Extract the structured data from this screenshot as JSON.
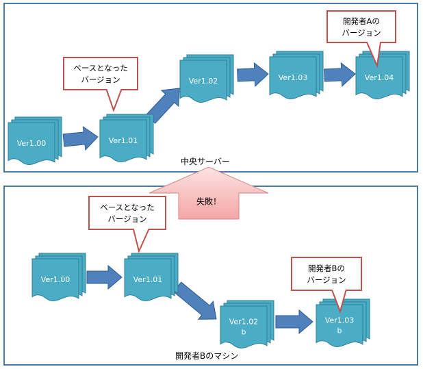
{
  "colors": {
    "panel_border": "#4a77a9",
    "doc_fill": "#4bacc6",
    "doc_edge": "#2d7d94",
    "arrow_fill": "#4f81bd",
    "arrow_edge": "#2c5a8f",
    "callout_border": "#c0504d",
    "fail_arrow_top": "#fde3e3",
    "fail_arrow_bottom": "#f4a6a6",
    "fail_arrow_edge": "#d08585"
  },
  "top_panel": {
    "label": "中央サーバー",
    "documents": [
      {
        "lines": [
          "Ver1.00"
        ]
      },
      {
        "lines": [
          "Ver1.01"
        ]
      },
      {
        "lines": [
          "Ver1.02"
        ]
      },
      {
        "lines": [
          "Ver1.03"
        ]
      },
      {
        "lines": [
          "Ver1.04"
        ]
      }
    ],
    "callouts": [
      {
        "lines": [
          "ベースとなった",
          "バージョン"
        ]
      },
      {
        "lines": [
          "開発者Aの",
          "バージョン"
        ]
      }
    ]
  },
  "bottom_panel": {
    "label": "開発者Bのマシン",
    "documents": [
      {
        "lines": [
          "Ver1.00"
        ]
      },
      {
        "lines": [
          "Ver1.01"
        ]
      },
      {
        "lines": [
          "Ver1.02",
          "b"
        ]
      },
      {
        "lines": [
          "Ver1.03",
          "b"
        ]
      }
    ],
    "callouts": [
      {
        "lines": [
          "ベースとなった",
          "バージョン"
        ]
      },
      {
        "lines": [
          "開発者Bの",
          "バージョン"
        ]
      }
    ]
  },
  "fail_arrow": {
    "label": "失敗！"
  }
}
